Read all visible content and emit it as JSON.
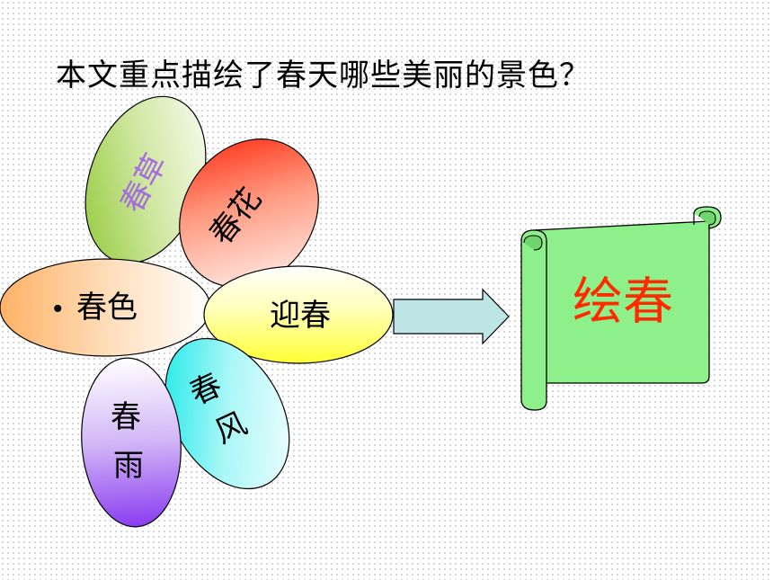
{
  "title": "本文重点描绘了春天哪些美丽的景色？",
  "petals": {
    "chuncao": "春草",
    "chunhua": "春花",
    "chunse": "春色",
    "yingchun": "迎春",
    "chunfeng_1": "春",
    "chunfeng_2": "风",
    "chunyu_1": "春",
    "chunyu_2": "雨"
  },
  "bullet": "•",
  "scroll_label": "绘春",
  "colors": {
    "scroll_fill": "#8df08a",
    "scroll_text": "#ff2a00",
    "arrow_fill": "#bfe6e6",
    "chuncao_text": "#a46ce0"
  }
}
